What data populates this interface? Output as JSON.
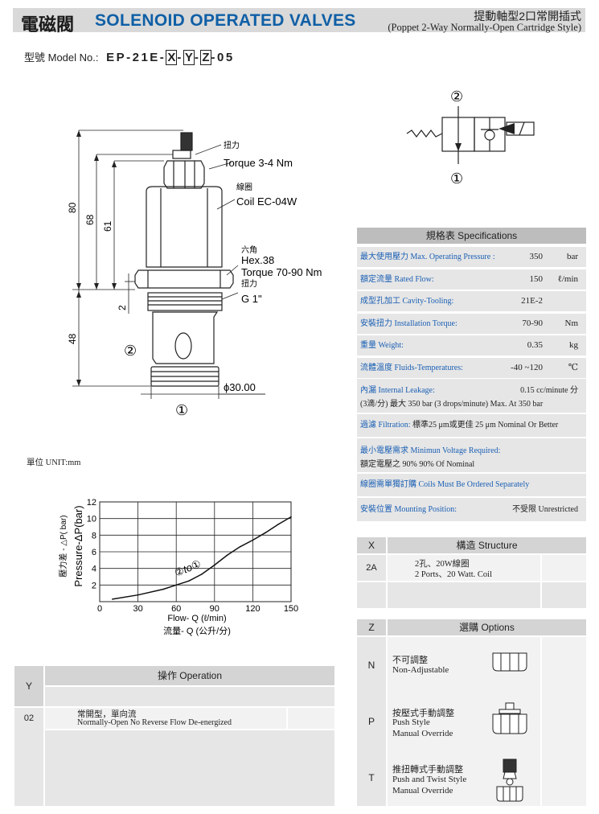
{
  "header": {
    "title_zh": "電磁閥",
    "title_en": "SOLENOID OPERATED VALVES",
    "subtitle_zh": "提動軸型2口常開插式",
    "subtitle_en": "(Poppet 2-Way Normally-Open Cartridge Style)"
  },
  "model": {
    "label": "型號 Model No.:",
    "prefix": "EP-21E-",
    "x": "X",
    "dash1": "-",
    "y": "Y",
    "dash2": "-",
    "z": "Z",
    "suffix": "-05"
  },
  "drawing": {
    "torque_zh": "扭力",
    "torque_en": "Torque 3-4 Nm",
    "coil_zh": "線圈",
    "coil_en": "Coil EC-04W",
    "hex_zh": "六角",
    "hex_en": "Hex.38",
    "torque2_en": "Torque 70-90 Nm",
    "torque2_zh": "扭力",
    "thread": "G 1\"",
    "dim_80": "80",
    "dim_68": "68",
    "dim_61": "61",
    "dim_2": "2",
    "dim_48": "48",
    "diameter": "ϕ30.00",
    "port2": "②",
    "port1": "①",
    "unit": "單位 UNIT:mm"
  },
  "symbol": {
    "port2": "②",
    "port1": "①"
  },
  "specs": {
    "title": "規格表 Specifications",
    "rows": [
      {
        "label": "最大使用壓力 Max. Operating Pressure :",
        "value": "350",
        "unit": "bar"
      },
      {
        "label": "額定流量 Rated Flow:",
        "value": "150",
        "unit": "ℓ/min"
      },
      {
        "label": "成型孔加工 Cavity-Tooling:",
        "value": "21E-2",
        "unit": ""
      },
      {
        "label": "安裝扭力 Installation Torque:",
        "value": "70-90",
        "unit": "Nm"
      },
      {
        "label": "重量 Weight:",
        "value": "0.35",
        "unit": "kg"
      },
      {
        "label": "流體溫度 Fluids-Temperatures:",
        "value": "-40 ~120",
        "unit": "℃"
      }
    ],
    "leakage_label": "內漏 Internal Leakage:",
    "leakage_value": "0.15 cc/minute 分",
    "leakage_line2": "(3滴/分) 最大 350 bar   (3 drops/minute) Max. At 350 bar",
    "filtration_label": "過濾 Filtration:",
    "filtration_value": "標準25 μm或更佳 25 μm Nominal Or Better",
    "minvolt_label": "最小電壓需求 Minimun Voltage Required:",
    "minvolt_value": "額定電壓之 90%      90% Of Nominal",
    "coils_note": "線圈需單獨訂購 Coils Must Be Ordered Separately",
    "mounting_label": "安裝位置 Mounting Position:",
    "mounting_value": "不受限  Unrestricted"
  },
  "structure": {
    "col_x": "X",
    "title": "構造 Structure",
    "rows": [
      {
        "code": "2A",
        "zh": "2孔、20W線圈",
        "en": "2 Ports、20 Watt. Coil"
      }
    ]
  },
  "options": {
    "col_z": "Z",
    "title": "選購 Options",
    "rows": [
      {
        "code": "N",
        "zh": "不可調整",
        "en1": "Non-Adjustable",
        "en2": ""
      },
      {
        "code": "P",
        "zh": "按壓式手動調整",
        "en1": "Push Style",
        "en2": "Manual Override"
      },
      {
        "code": "T",
        "zh": "推扭轉式手動調整",
        "en1": "Push and Twist Style",
        "en2": "Manual Override"
      }
    ]
  },
  "operation": {
    "col_y": "Y",
    "title": "操作 Operation",
    "rows": [
      {
        "code": "02",
        "zh": "常開型，單向流",
        "en": "Normally-Open No Reverse Flow De-energized"
      }
    ]
  },
  "chart_data": {
    "type": "line",
    "xlabel": "Flow- Q (ℓ/min)",
    "xlabel_zh": "流量- Q (公升/分)",
    "ylabel": "Pressure-ΔP(bar)",
    "ylabel_zh": "壓力差 - △P( bar)",
    "xlim": [
      0,
      150
    ],
    "ylim": [
      0,
      12
    ],
    "xticks": [
      0,
      30,
      60,
      90,
      120,
      150
    ],
    "yticks": [
      2,
      4,
      6,
      8,
      10,
      12
    ],
    "grid": true,
    "annotation": "②to①",
    "series": [
      {
        "x": [
          10,
          30,
          50,
          60,
          70,
          80,
          90,
          100,
          110,
          120,
          130,
          140,
          150
        ],
        "y": [
          0.3,
          0.8,
          1.5,
          2.0,
          2.5,
          3.3,
          4.4,
          5.6,
          6.6,
          7.4,
          8.3,
          9.3,
          10.2
        ]
      }
    ]
  }
}
